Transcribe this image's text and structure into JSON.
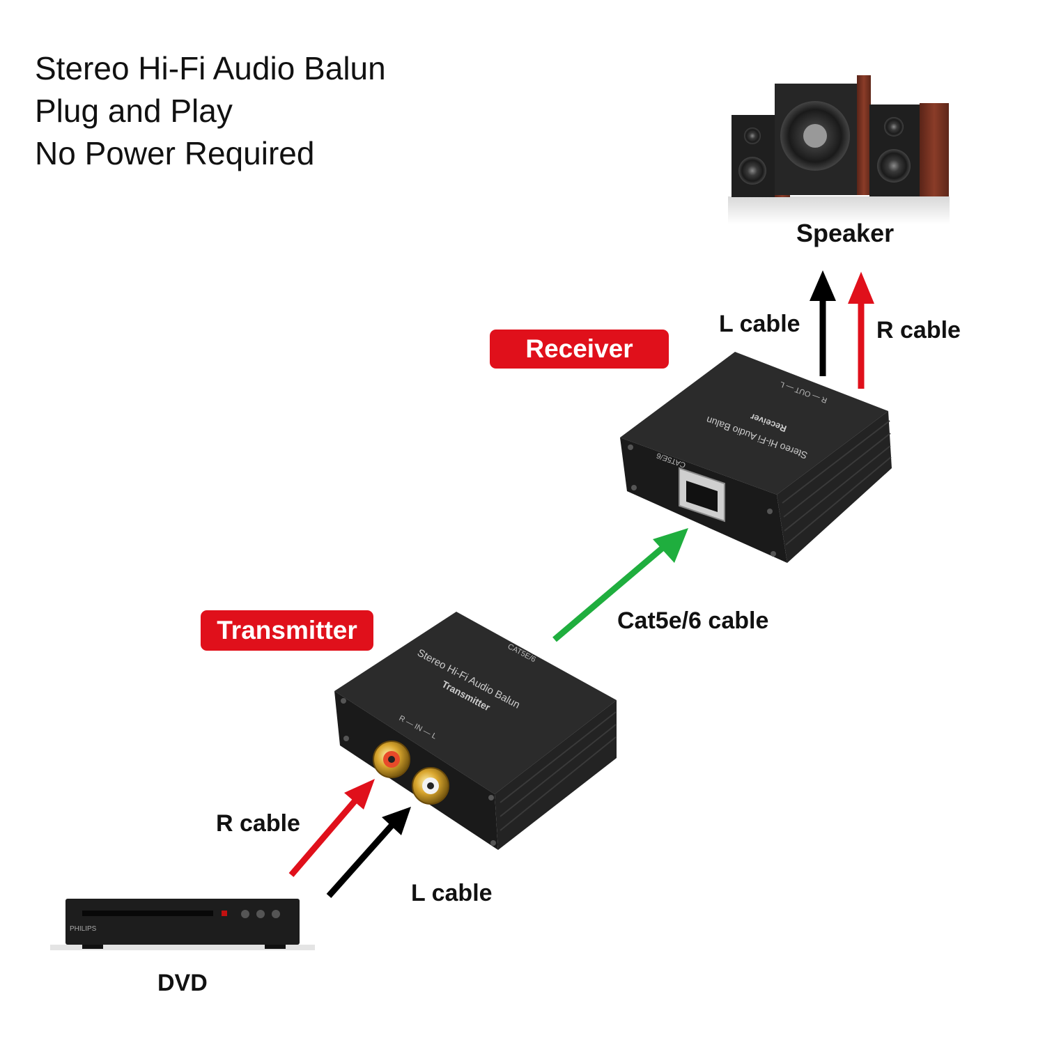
{
  "headline": {
    "line1": "Stereo Hi-Fi Audio Balun",
    "line2": "Plug and Play",
    "line3": "No Power Required"
  },
  "devices": {
    "speaker": "Speaker",
    "dvd": "DVD",
    "dvd_brand": "PHILIPS",
    "receiver": {
      "badge": "Receiver",
      "port_label": "CAT5E/6",
      "title": "Stereo Hi-Fi Audio Balun",
      "subtitle": "Receiver",
      "output_label": "R — OUT — L"
    },
    "transmitter": {
      "badge": "Transmitter",
      "port_label": "CAT5E/6",
      "title": "Stereo Hi-Fi Audio Balun",
      "subtitle": "Transmitter",
      "input_label": "R — IN — L"
    }
  },
  "cables": {
    "speaker_left": "L cable",
    "speaker_right": "R cable",
    "link": "Cat5e/6 cable",
    "dvd_right": "R cable",
    "dvd_left": "L cable"
  },
  "colors": {
    "badge": "#e0101b",
    "arrow_red": "#e0101b",
    "arrow_black": "#000000",
    "arrow_green": "#1fae3e",
    "box_body": "#1c1c1c"
  }
}
